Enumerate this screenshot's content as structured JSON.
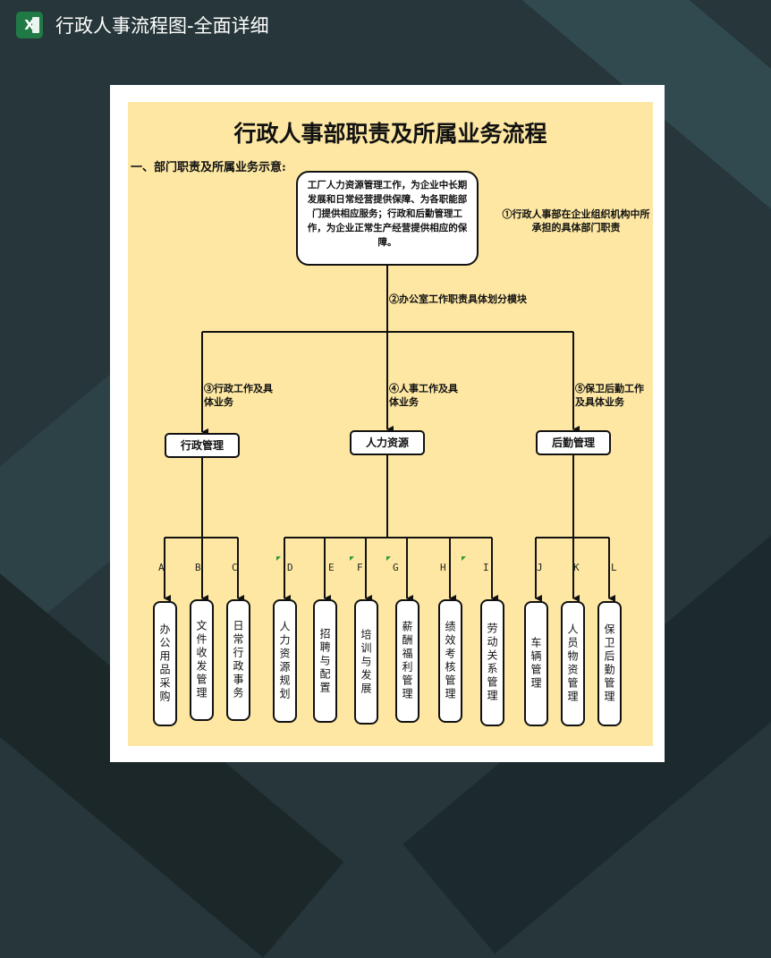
{
  "header": {
    "app_icon": "excel-icon",
    "title": "行政人事流程图-全面详细"
  },
  "diagram": {
    "title": "行政人事部职责及所属业务流程",
    "section": "一、部门职责及所属业务示意:",
    "top_box": "工厂人力资源管理工作，为企业中长期发展和日常经营提供保障、为各职能部门提供相应服务；行政和后勤管理工作，为企业正常生产经营提供相应的保障。",
    "note1": "①行政人事部在企业组织机构中所承担的具体部门职责",
    "note2": "②办公室工作职责具体划分模块",
    "branches": [
      {
        "note": "③行政工作及具体业务",
        "label": "行政管理"
      },
      {
        "note": "④人事工作及具体业务",
        "label": "人力资源"
      },
      {
        "note": "⑤保卫后勤工作及具体业务",
        "label": "后勤管理"
      }
    ],
    "leaves": [
      {
        "letter": "A",
        "label": "办公用品采购"
      },
      {
        "letter": "B",
        "label": "文件收发管理"
      },
      {
        "letter": "C",
        "label": "日常行政事务"
      },
      {
        "letter": "D",
        "label": "人力资源规划"
      },
      {
        "letter": "E",
        "label": "招聘与配置"
      },
      {
        "letter": "F",
        "label": "培训与发展"
      },
      {
        "letter": "G",
        "label": "薪酬福利管理"
      },
      {
        "letter": "H",
        "label": "绩效考核管理"
      },
      {
        "letter": "I",
        "label": "劳动关系管理"
      },
      {
        "letter": "J",
        "label": "车辆管理"
      },
      {
        "letter": "K",
        "label": "人员物资管理"
      },
      {
        "letter": "L",
        "label": "保卫后勤管理"
      }
    ]
  }
}
